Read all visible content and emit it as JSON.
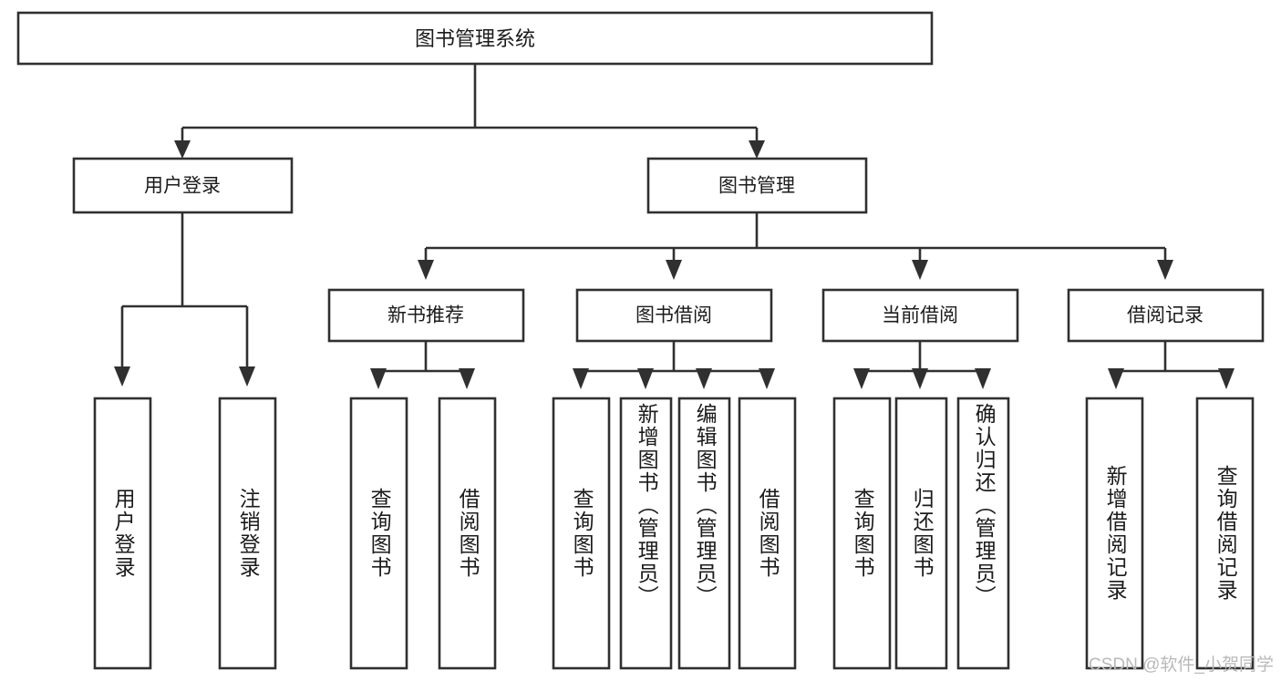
{
  "diagram": {
    "type": "tree-hierarchy",
    "title": "图书管理系统",
    "watermark": "CSDN @软件_小贺同学",
    "colors": {
      "stroke": "#303030",
      "box_fill": "#ffffff",
      "text": "#1b1b1b",
      "watermark": "#b9b9b9",
      "background": "#ffffff"
    },
    "root": {
      "id": "root",
      "label": "图书管理系统",
      "orientation": "horizontal"
    },
    "level2": [
      {
        "id": "user-login",
        "label": "用户登录",
        "orientation": "horizontal"
      },
      {
        "id": "book-management",
        "label": "图书管理",
        "orientation": "horizontal"
      }
    ],
    "level3": [
      {
        "id": "new-book-recommend",
        "label": "新书推荐",
        "parent": "book-management",
        "orientation": "horizontal"
      },
      {
        "id": "book-borrow",
        "label": "图书借阅",
        "parent": "book-management",
        "orientation": "horizontal"
      },
      {
        "id": "current-borrow",
        "label": "当前借阅",
        "parent": "book-management",
        "orientation": "horizontal"
      },
      {
        "id": "borrow-record",
        "label": "借阅记录",
        "parent": "book-management",
        "orientation": "horizontal"
      }
    ],
    "leaves": [
      {
        "id": "leaf-user-login",
        "label": "用户登录",
        "parent": "user-login",
        "orientation": "vertical"
      },
      {
        "id": "leaf-user-logout",
        "label": "注销登录",
        "parent": "user-login",
        "orientation": "vertical"
      },
      {
        "id": "leaf-query-book-1",
        "label": "查询图书",
        "parent": "new-book-recommend",
        "orientation": "vertical"
      },
      {
        "id": "leaf-borrow-book-1",
        "label": "借阅图书",
        "parent": "new-book-recommend",
        "orientation": "vertical"
      },
      {
        "id": "leaf-query-book-2",
        "label": "查询图书",
        "parent": "book-borrow",
        "orientation": "vertical"
      },
      {
        "id": "leaf-add-book",
        "label": "新增图书（管理员）",
        "parent": "book-borrow",
        "orientation": "vertical"
      },
      {
        "id": "leaf-edit-book",
        "label": "编辑图书（管理员）",
        "parent": "book-borrow",
        "orientation": "vertical"
      },
      {
        "id": "leaf-borrow-book-2",
        "label": "借阅图书",
        "parent": "book-borrow",
        "orientation": "vertical"
      },
      {
        "id": "leaf-query-book-3",
        "label": "查询图书",
        "parent": "current-borrow",
        "orientation": "vertical"
      },
      {
        "id": "leaf-return-book",
        "label": "归还图书",
        "parent": "current-borrow",
        "orientation": "vertical"
      },
      {
        "id": "leaf-confirm-return",
        "label": "确认归还（管理员）",
        "parent": "current-borrow",
        "orientation": "vertical"
      },
      {
        "id": "leaf-add-record",
        "label": "新增借阅记录",
        "parent": "borrow-record",
        "orientation": "vertical"
      },
      {
        "id": "leaf-query-record",
        "label": "查询借阅记录",
        "parent": "borrow-record",
        "orientation": "vertical"
      }
    ]
  }
}
